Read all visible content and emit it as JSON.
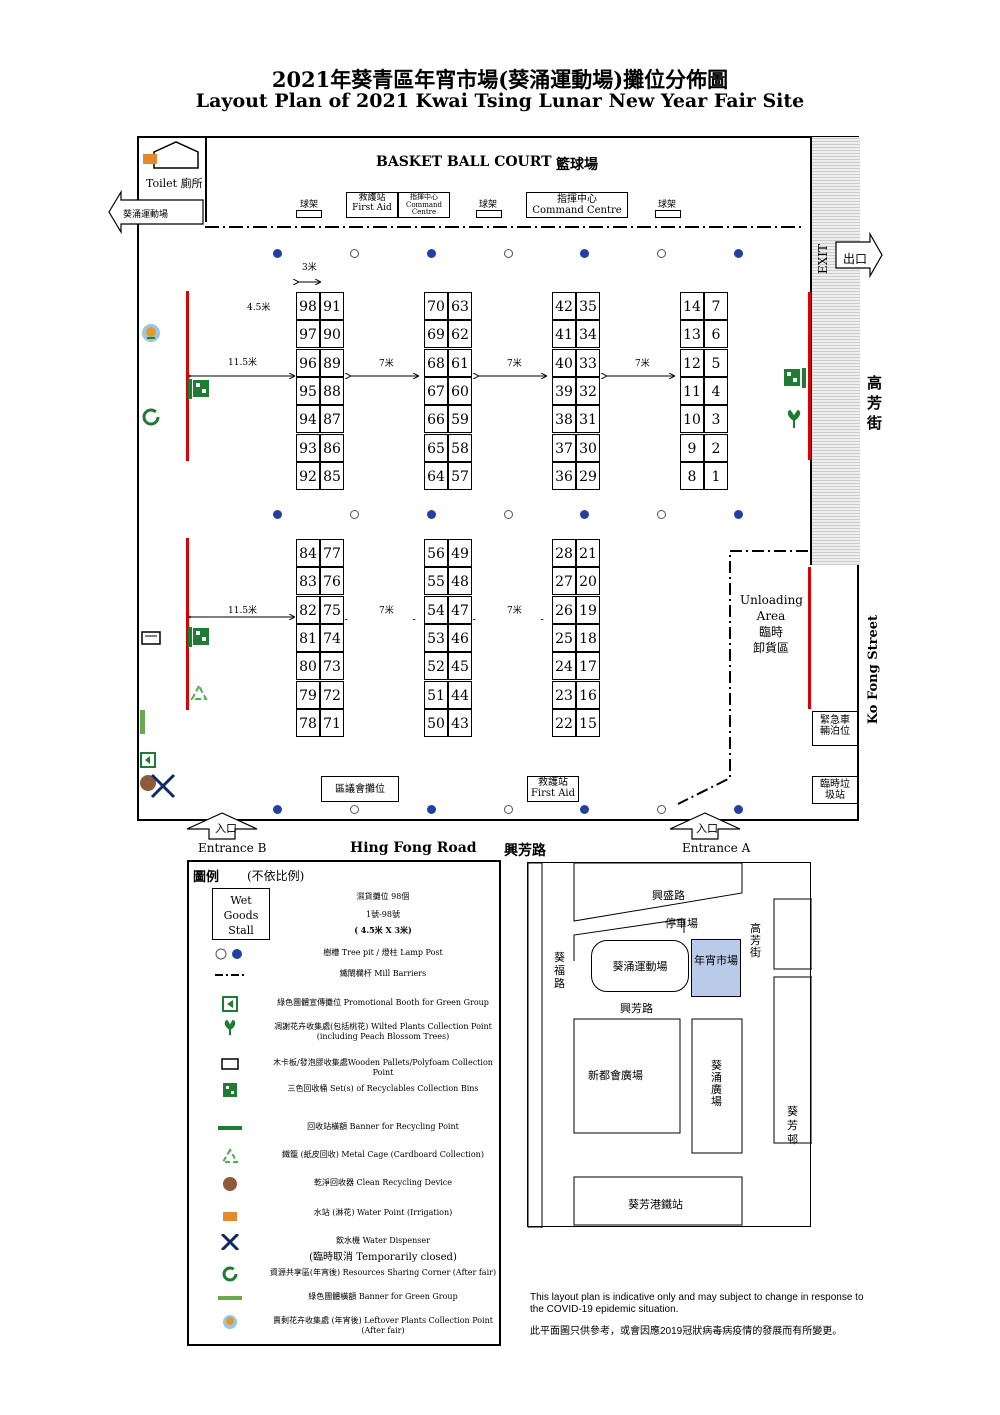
{
  "title_zh": "2021年葵青區年宵市場(葵涌運動場)攤位分佈圖",
  "title_en": "Layout Plan of 2021 Kwai Tsing Lunar New Year Fair Site",
  "court": {
    "en": "BASKET BALL COURT",
    "zh": "籃球場"
  },
  "toilet": "Toilet 廁所",
  "stadium_exit": "葵涌運動場",
  "hoop": "球架",
  "first_aid_top": {
    "zh": "救護站",
    "en": "First Aid"
  },
  "command_small": {
    "zh": "指揮中心",
    "en": "Command Centre"
  },
  "command_large": {
    "zh": "指揮中心",
    "en": "Command Centre"
  },
  "exit": {
    "en": "EXIT",
    "zh": "出口"
  },
  "dims": {
    "w": "3米",
    "h": "4.5米",
    "gap": "7米",
    "side": "11.5米"
  },
  "street_right_zh": "高芳街",
  "street_right_en": "Ko Fong Street",
  "unloading": {
    "en": "Unloading Area",
    "zh1": "臨時",
    "zh2": "卸貨區"
  },
  "emergency": "緊急車輛泊位",
  "temp_refuse": "臨時垃圾站",
  "district_booth": "區議會攤位",
  "first_aid_bottom": {
    "zh": "救護站",
    "en": "First Aid"
  },
  "entrance_b": {
    "zh": "入口",
    "en": "Entrance B"
  },
  "entrance_a": {
    "zh": "入口",
    "en": "Entrance A"
  },
  "road_en": "Hing Fong Road",
  "road_zh": "興芳路",
  "stall_columns_top": [
    [
      "98",
      "97",
      "96",
      "95",
      "94",
      "93",
      "92"
    ],
    [
      "91",
      "90",
      "89",
      "88",
      "87",
      "86",
      "85"
    ],
    [
      "70",
      "69",
      "68",
      "67",
      "66",
      "65",
      "64"
    ],
    [
      "63",
      "62",
      "61",
      "60",
      "59",
      "58",
      "57"
    ],
    [
      "42",
      "41",
      "40",
      "39",
      "38",
      "37",
      "36"
    ],
    [
      "35",
      "34",
      "33",
      "32",
      "31",
      "30",
      "29"
    ],
    [
      "14",
      "13",
      "12",
      "11",
      "10",
      "9",
      "8"
    ],
    [
      "7",
      "6",
      "5",
      "4",
      "3",
      "2",
      "1"
    ]
  ],
  "stall_columns_bottom": [
    [
      "84",
      "83",
      "82",
      "81",
      "80",
      "79",
      "78"
    ],
    [
      "77",
      "76",
      "75",
      "74",
      "73",
      "72",
      "71"
    ],
    [
      "56",
      "55",
      "54",
      "53",
      "52",
      "51",
      "50"
    ],
    [
      "49",
      "48",
      "47",
      "46",
      "45",
      "44",
      "43"
    ],
    [
      "28",
      "27",
      "26",
      "25",
      "24",
      "23",
      "22"
    ],
    [
      "21",
      "20",
      "19",
      "18",
      "17",
      "16",
      "15"
    ]
  ],
  "legend": {
    "title": "圖例",
    "scale": "(不依比例)",
    "stall_box": "Wet Goods Stall",
    "stall_desc1": "濕貨攤位 98個",
    "stall_desc2": "1號-98號",
    "stall_desc3": "( 4.5米 X 3米)",
    "items": [
      "樹槽 Tree pit / 燈柱 Lamp Post",
      "鐵閘欄杆 Mill Barriers",
      "綠色團體宣傳攤位 Promotional Booth for Green Group",
      "凋謝花卉收集處(包括桃花) Wilted Plants Collection Point (including Peach Blossom Trees)",
      "木卡板/發泡膠收集處Wooden Pallets/Polyfoam Collection Point",
      "三色回收桶 Set(s) of Recyclables Collection Bins",
      "回收站橫額 Banner for Recycling Point",
      "鐵籠 (紙皮回收) Metal Cage (Cardboard Collection)",
      "乾淨回收器 Clean Recycling Device",
      "水站 (淋花) Water Point (Irrigation)",
      "飲水機 Water Dispenser",
      "(臨時取消 Temporarily closed)",
      "資源共享區(年宵後) Resources Sharing Corner (After fair)",
      "綠色團體橫額 Banner for Green Group",
      "賣剩花卉收集處 (年宵後) Leftover Plants Collection Point (After fair)"
    ]
  },
  "minimap": {
    "hing_shing_road": "興盛路",
    "car_park": "停車場",
    "ko_fong_street": "高芳街",
    "kwai_fuk_road": "葵福路",
    "stadium": "葵涌運動場",
    "fair": "年宵市場",
    "hing_fong_road": "興芳路",
    "plaza": "新都會廣場",
    "kwai_chung_plaza": "葵涌廣場",
    "kwai_fong_estate": "葵芳邨",
    "station": "葵芳港鐵站"
  },
  "note_en": "This layout plan is indicative only and may subject to change in response to the COVID-19 epidemic situation.",
  "note_zh": "此平面圖只供參考，或會因應2019冠狀病毒病疫情的發展而有所變更。",
  "colors": {
    "blue_dot": "#2340a0",
    "red_line": "#dd0000",
    "green": "#1e7d32",
    "fair_fill": "#b9cbe8"
  }
}
